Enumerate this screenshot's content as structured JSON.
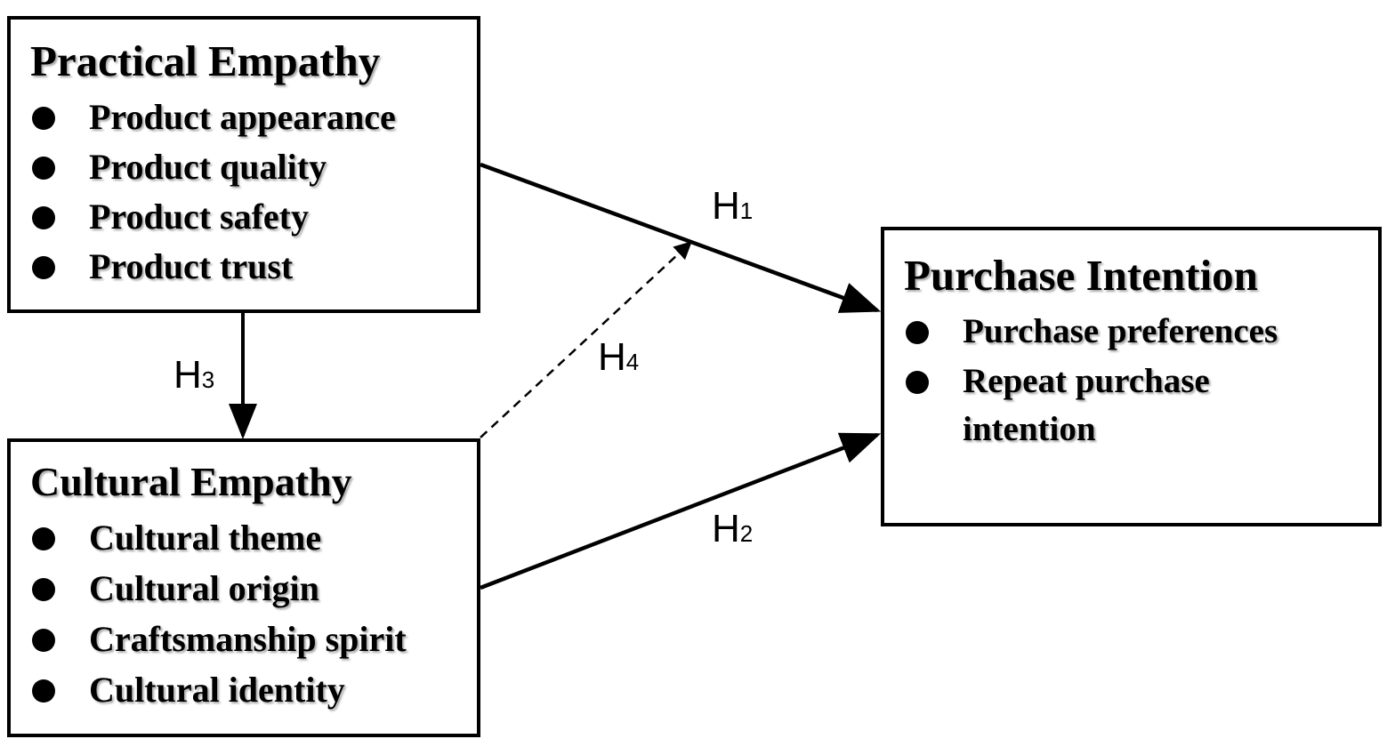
{
  "practical_empathy": {
    "title": "Practical Empathy",
    "items": [
      "Product appearance",
      "Product quality",
      "Product safety",
      "Product trust"
    ]
  },
  "cultural_empathy": {
    "title": "Cultural Empathy",
    "items": [
      "Cultural theme",
      "Cultural origin",
      "Craftsmanship spirit",
      "Cultural identity"
    ]
  },
  "purchase_intention": {
    "title": "Purchase Intention",
    "items": [
      "Purchase preferences",
      "Repeat purchase"
    ],
    "item_continuation": "intention"
  },
  "hypotheses": {
    "h1": {
      "letter": "H",
      "number": "1"
    },
    "h2": {
      "letter": "H",
      "number": "2"
    },
    "h3": {
      "letter": "H",
      "number": "3"
    },
    "h4": {
      "letter": "H",
      "number": "4"
    }
  },
  "colors": {
    "line": "#000000",
    "background": "#ffffff"
  }
}
